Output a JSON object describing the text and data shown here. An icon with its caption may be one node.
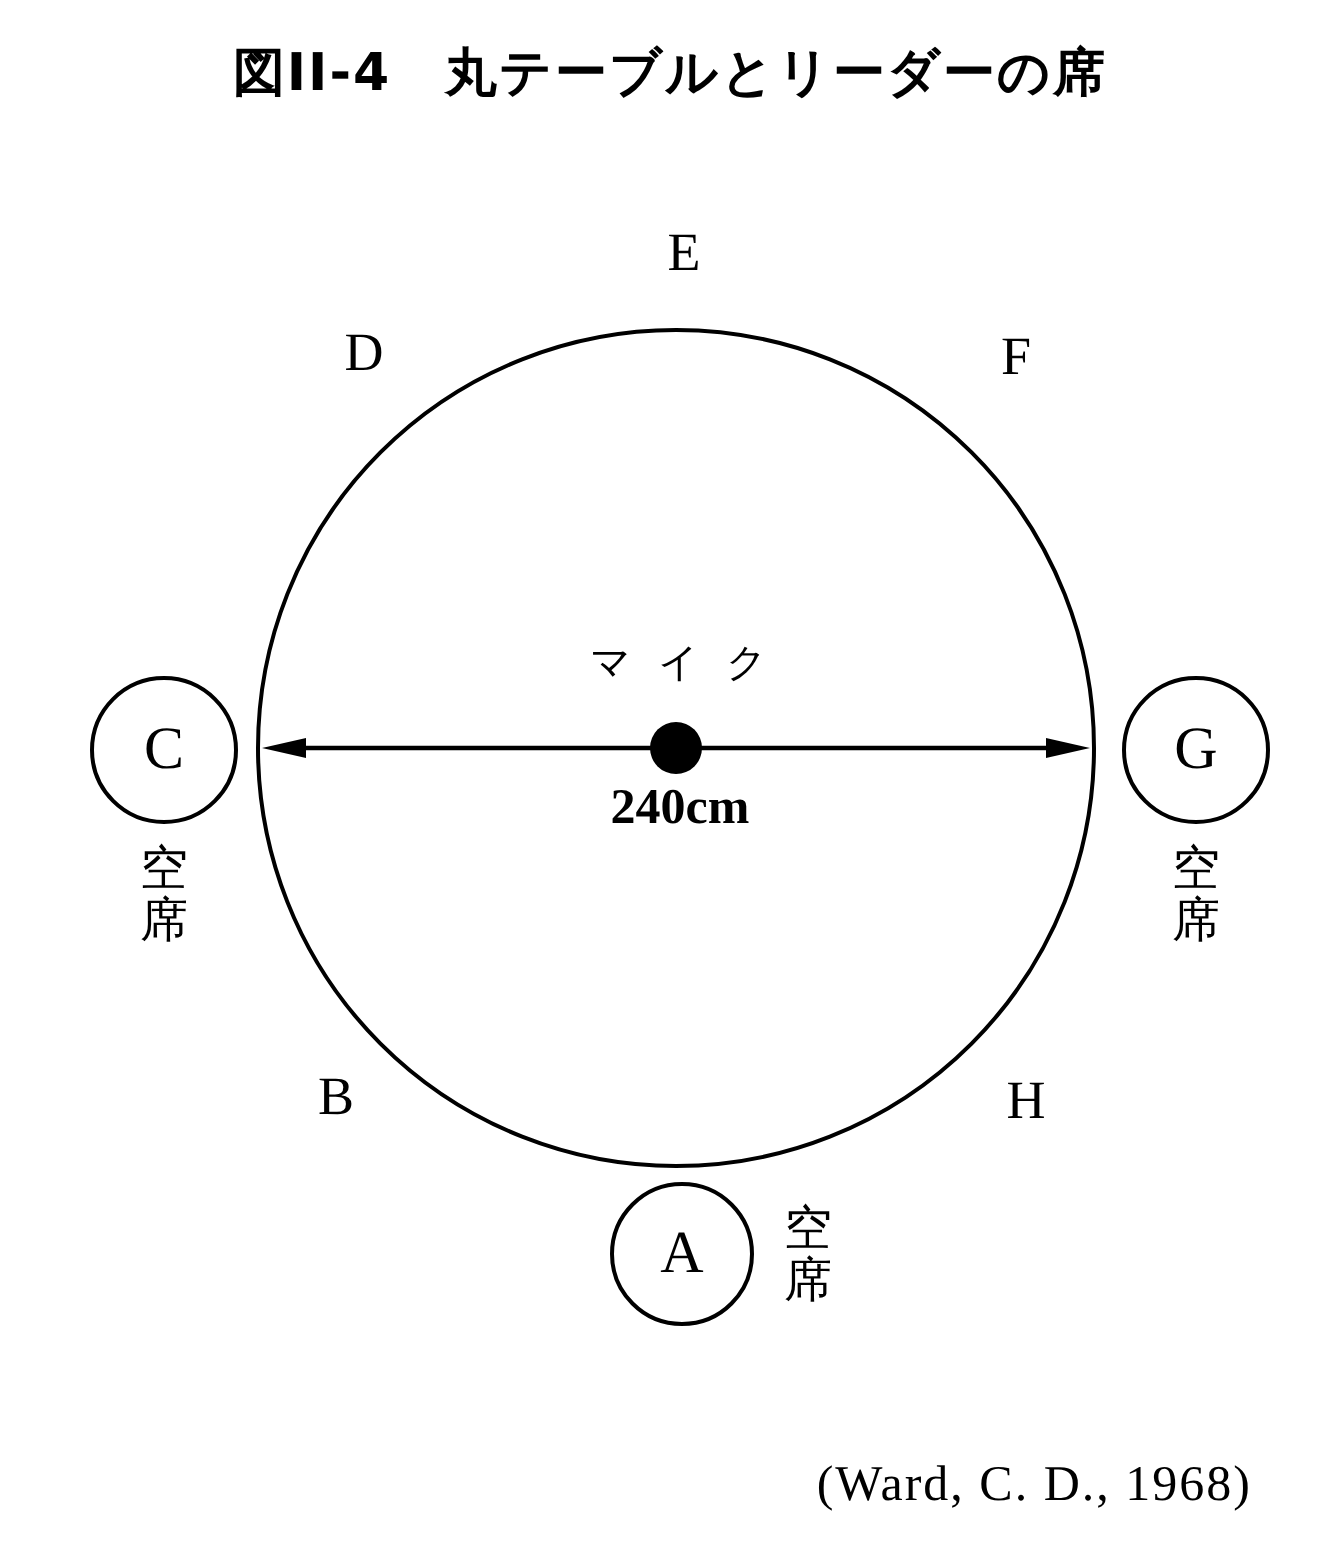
{
  "diagram": {
    "title": "図II-4　丸テーブルとリーダーの席",
    "nodes": [
      {
        "text": [],
        "shape": "circle"
      },
      {
        "text": [
          "C"
        ],
        "beside": [
          "空席"
        ]
      },
      {
        "text": [
          "G"
        ],
        "beside": [
          "空席"
        ]
      },
      {
        "text": [
          "A"
        ],
        "beside": [
          "空席"
        ]
      }
    ],
    "labels": [
      "E",
      "D",
      "F",
      "マイク",
      "240cm",
      "B",
      "H"
    ],
    "caption": "(Ward, C. D., 1968)"
  }
}
